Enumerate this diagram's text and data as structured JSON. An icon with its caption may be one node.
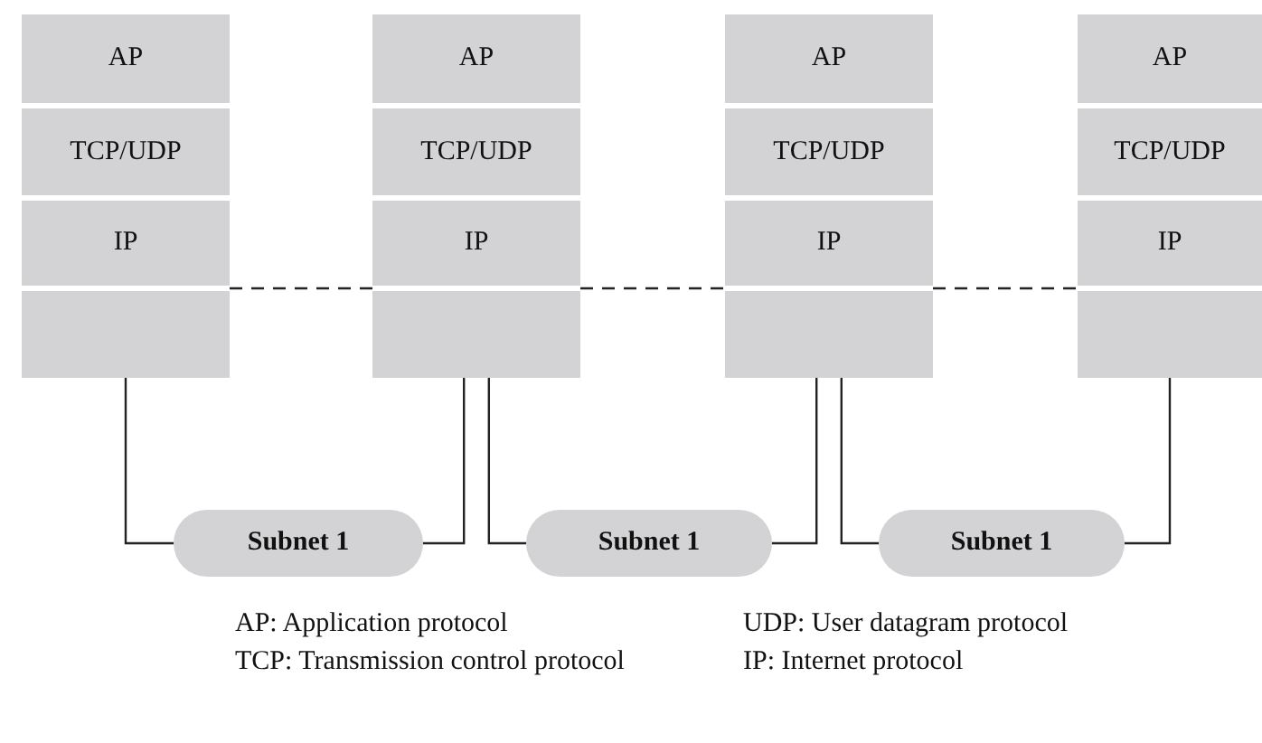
{
  "diagram": {
    "nodes": [
      {
        "text": [],
        "shape": "box"
      },
      {
        "text": [
          "AP"
        ],
        "in": 0
      },
      {
        "text": [
          "TCP/UDP"
        ],
        "in": 0
      },
      {
        "text": [
          "IP"
        ],
        "in": 0
      },
      {
        "text": [],
        "shape": "box",
        "in": 0
      },
      {
        "text": [],
        "shape": "box"
      },
      {
        "text": [
          "AP"
        ],
        "in": 5
      },
      {
        "text": [
          "TCP/UDP"
        ],
        "in": 5
      },
      {
        "text": [
          "IP"
        ],
        "in": 5
      },
      {
        "text": [],
        "shape": "box",
        "in": 5
      },
      {
        "text": [],
        "shape": "box"
      },
      {
        "text": [
          "AP"
        ],
        "in": 10
      },
      {
        "text": [
          "TCP/UDP"
        ],
        "in": 10
      },
      {
        "text": [
          "IP"
        ],
        "in": 10
      },
      {
        "text": [],
        "shape": "box",
        "in": 10
      },
      {
        "text": [],
        "shape": "box"
      },
      {
        "text": [
          "AP"
        ],
        "in": 15
      },
      {
        "text": [
          "TCP/UDP"
        ],
        "in": 15
      },
      {
        "text": [
          "IP"
        ],
        "in": 15
      },
      {
        "text": [],
        "shape": "box",
        "in": 15
      },
      {
        "text": [
          "Subnet 1"
        ]
      },
      {
        "text": [
          "Subnet 1"
        ]
      },
      {
        "text": [
          "Subnet 1"
        ]
      }
    ],
    "edges": [
      {
        "from": 4,
        "to": 9,
        "arrow": "none",
        "style": "dashed"
      },
      {
        "from": 9,
        "to": 14,
        "arrow": "none",
        "style": "dashed"
      },
      {
        "from": 14,
        "to": 19,
        "arrow": "none",
        "style": "dashed"
      },
      {
        "from": 4,
        "to": 20,
        "arrow": "none"
      },
      {
        "from": 9,
        "to": 20,
        "arrow": "none"
      },
      {
        "from": 9,
        "to": 21,
        "arrow": "none"
      },
      {
        "from": 14,
        "to": 21,
        "arrow": "none"
      },
      {
        "from": 14,
        "to": 22,
        "arrow": "none"
      },
      {
        "from": 19,
        "to": 22,
        "arrow": "none"
      }
    ],
    "labels": [
      "AP: Application protocol",
      "UDP: User datagram protocol",
      "TCP: Transmission control protocol",
      "IP: Internet protocol"
    ]
  }
}
